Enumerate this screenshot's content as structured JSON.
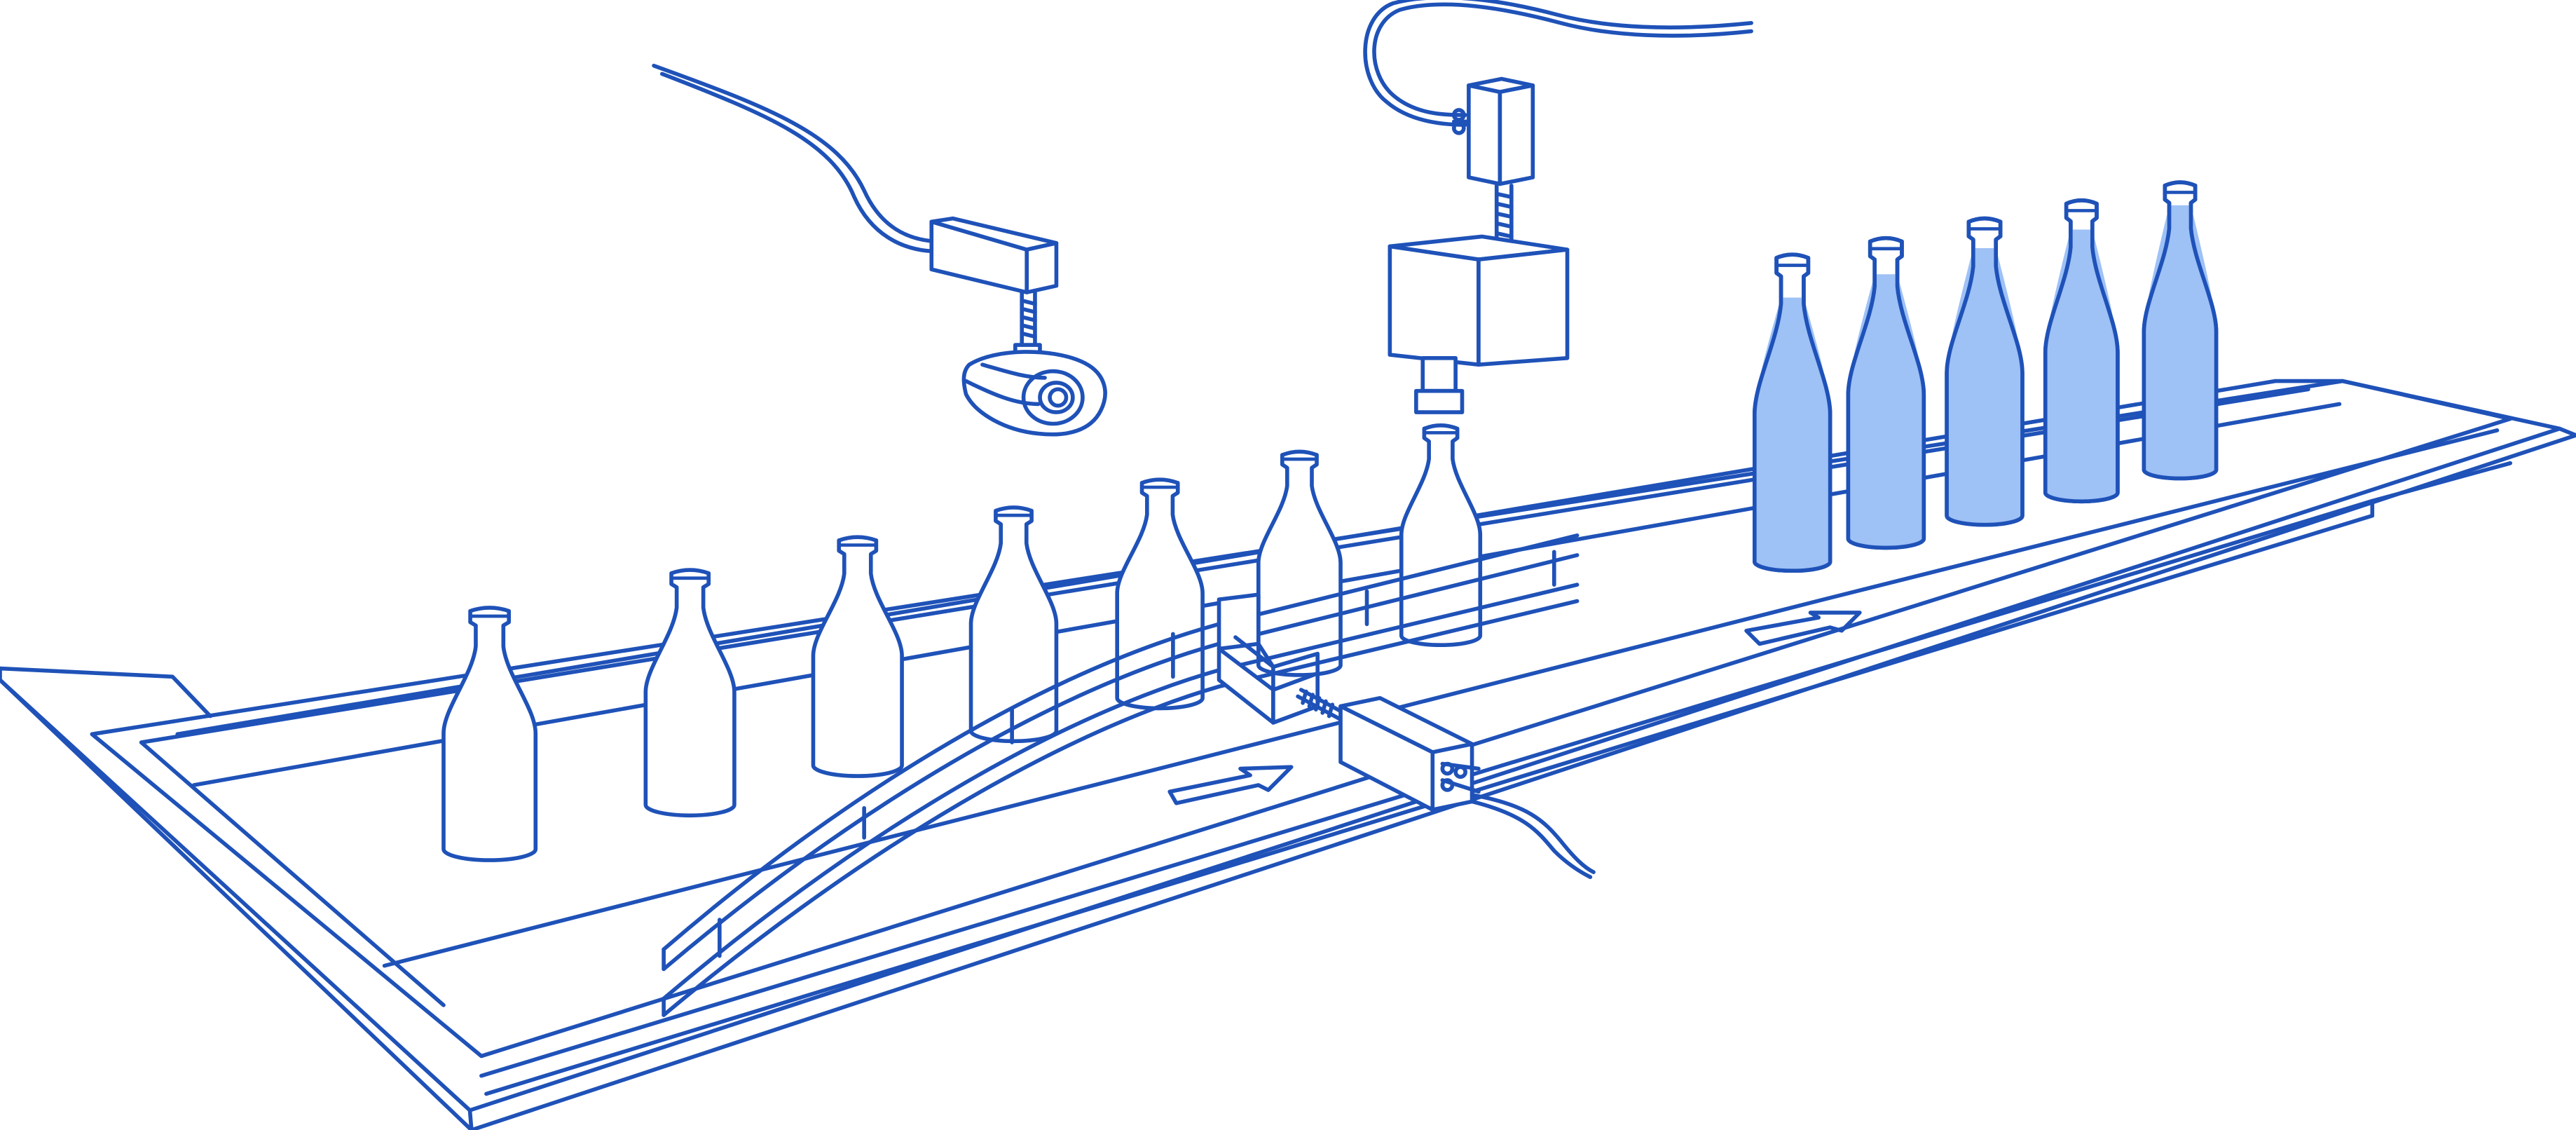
{
  "scene": {
    "caption": "",
    "colors": {
      "line": "#1f52b8",
      "liquid": "#9ec1f6",
      "background": "#ffffff"
    },
    "conveyor": {
      "direction_arrows": 2
    },
    "bottles": {
      "empty_count": 7,
      "filled_count": 5,
      "fill_levels": [
        0.86,
        0.88,
        0.9,
        0.9,
        0.92
      ]
    },
    "components": [
      {
        "name": "camera-sensor-icon",
        "role": "inspection camera on mount"
      },
      {
        "name": "filler-head-icon",
        "role": "filling unit above bottle"
      },
      {
        "name": "side-sensor-icon",
        "role": "sensor on guide rail"
      }
    ]
  }
}
